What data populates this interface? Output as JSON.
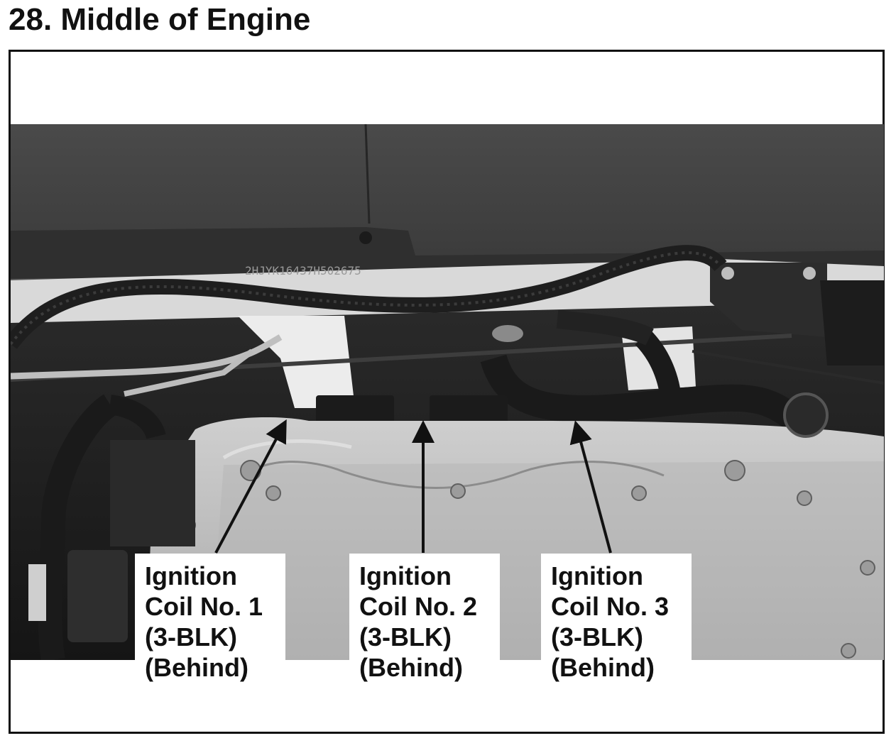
{
  "page": {
    "title": "28. Middle of Engine"
  },
  "photo": {
    "description_icon": "engine-bay-photo",
    "vin_stamp": "2HJYK16437H502675"
  },
  "callouts": [
    {
      "line1": "Ignition",
      "line2": "Coil No. 1",
      "line3": "(3-BLK)",
      "line4": "(Behind)"
    },
    {
      "line1": "Ignition",
      "line2": "Coil No. 2",
      "line3": "(3-BLK)",
      "line4": "(Behind)"
    },
    {
      "line1": "Ignition",
      "line2": "Coil No. 3",
      "line3": "(3-BLK)",
      "line4": "(Behind)"
    }
  ]
}
